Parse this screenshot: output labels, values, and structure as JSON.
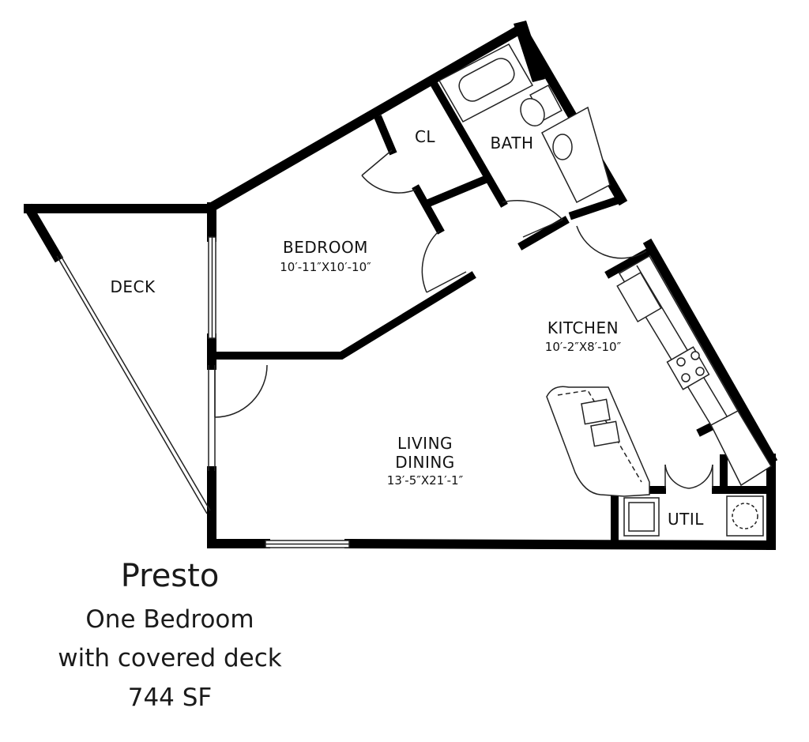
{
  "plan": {
    "name": "Presto",
    "type": "One Bedroom",
    "feature": "with covered deck",
    "area": "744 SF"
  },
  "rooms": {
    "bedroom": {
      "label": "BEDROOM",
      "dims": "10′-11″X10′-10″"
    },
    "closet": {
      "label": "CL"
    },
    "bath": {
      "label": "BATH"
    },
    "deck": {
      "label": "DECK"
    },
    "kitchen": {
      "label": "KITCHEN",
      "dims": "10′-2″X8′-10″"
    },
    "living": {
      "label": "LIVING",
      "label2": "DINING",
      "dims": "13′-5″X21′-1″"
    },
    "utility": {
      "label": "UTIL"
    }
  },
  "colors": {
    "wall": "#000000",
    "line": "#222222",
    "background": "#ffffff"
  }
}
